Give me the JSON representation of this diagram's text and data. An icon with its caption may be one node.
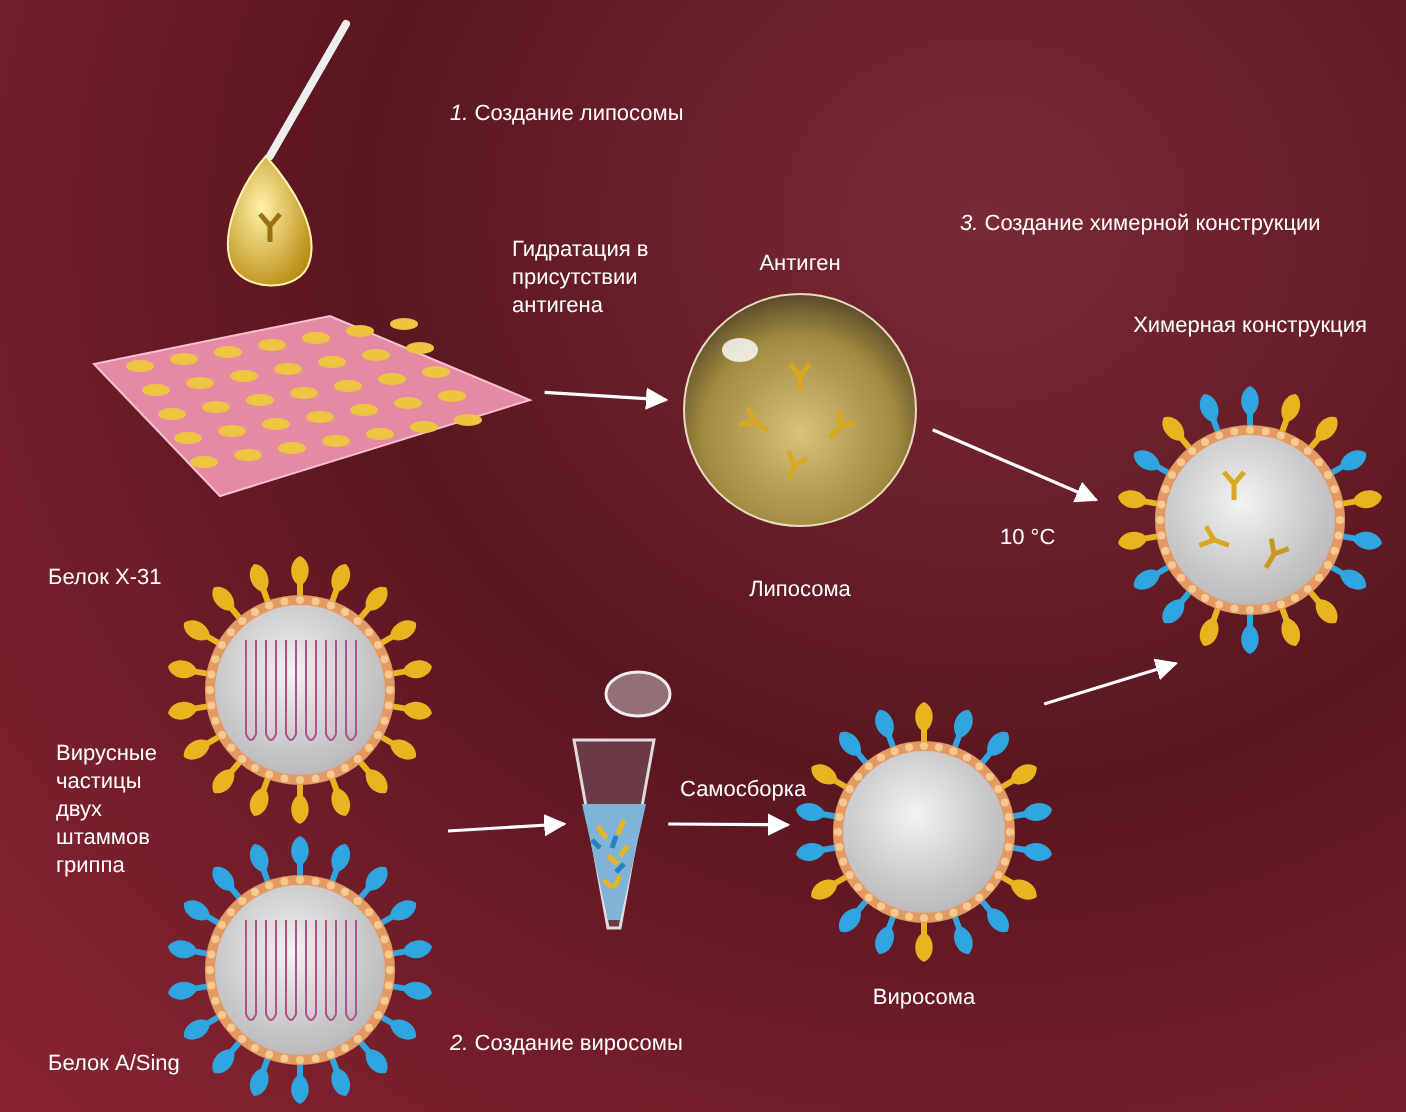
{
  "diagram": {
    "nodes": [
      {
        "text": [],
        "shape": "picture"
      },
      {
        "text": [
          "Липосома"
        ],
        "beside": [
          "Антиген"
        ]
      },
      {
        "text": [
          "Химерная конструкция"
        ]
      },
      {
        "text": [
          "Белок X-31"
        ]
      },
      {
        "text": [
          "Белок A/Sing"
        ]
      },
      {
        "text": [],
        "shape": "picture"
      },
      {
        "text": [
          "Виросома"
        ]
      }
    ],
    "edges": [
      {
        "from": 0,
        "to": 1,
        "arrow": "to",
        "label": "Гидратация в присутствии антигена"
      },
      {
        "from": 1,
        "to": 2,
        "arrow": "to",
        "label": "10 °C"
      },
      {
        "from": 3,
        "to": 5,
        "arrow": "to"
      },
      {
        "from": 4,
        "to": 5,
        "arrow": "to"
      },
      {
        "from": 5,
        "to": 6,
        "arrow": "to",
        "label": "Самосборка"
      },
      {
        "from": 6,
        "to": 2,
        "arrow": "to"
      }
    ],
    "labels": [
      "*1.* Создание липосомы",
      "*3.* Создание химерной конструкции",
      "Вирусные частицы двух штаммов гриппа",
      "*2.* Создание виросомы"
    ]
  }
}
